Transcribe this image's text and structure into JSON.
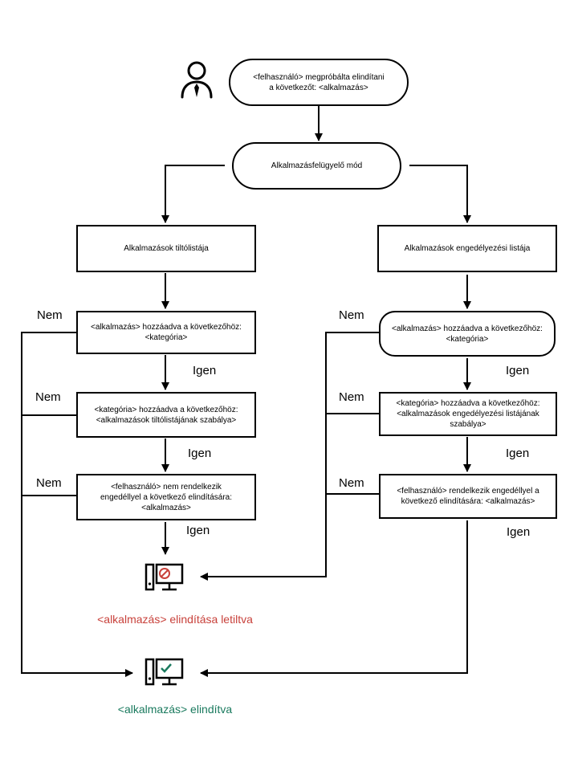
{
  "start_text": "<felhasználó> megpróbálta elindítani\na következőt: <alkalmazás>",
  "mode_text": "Alkalmazásfelügyelő mód",
  "left": {
    "list_title": "Alkalmazások tiltólistája",
    "q1": "<alkalmazás>  hozzáadva a következőhöz:\n<kategória>",
    "q2": "<kategória>  hozzáadva a következőhöz:\n<alkalmazások  tiltólistájának  szabálya>",
    "q3": "<felhasználó>  nem rendelkezik\nengedéllyel a következő elindítására:\n<alkalmazás>"
  },
  "right": {
    "list_title": "Alkalmazások engedélyezési listája",
    "q1": "<alkalmazás>  hozzáadva a következőhöz:\n<kategória>",
    "q2": "<kategória>  hozzáadva a következőhöz:\n<alkalmazások  engedélyezési listájának\nszabálya>",
    "q3": "<felhasználó>  rendelkezik engedéllyel a\nkövetkező elindítására:  <alkalmazás>"
  },
  "labels": {
    "no": "Nem",
    "yes": "Igen"
  },
  "outcomes": {
    "blocked": "<alkalmazás>  elindítása letiltva",
    "allowed": "<alkalmazás>  elindítva"
  },
  "colors": {
    "blocked": "#c8413b",
    "allowed": "#1a7a5e",
    "line": "#000000"
  },
  "icons": [
    "user-icon",
    "computer-blocked-icon",
    "computer-allowed-icon"
  ]
}
